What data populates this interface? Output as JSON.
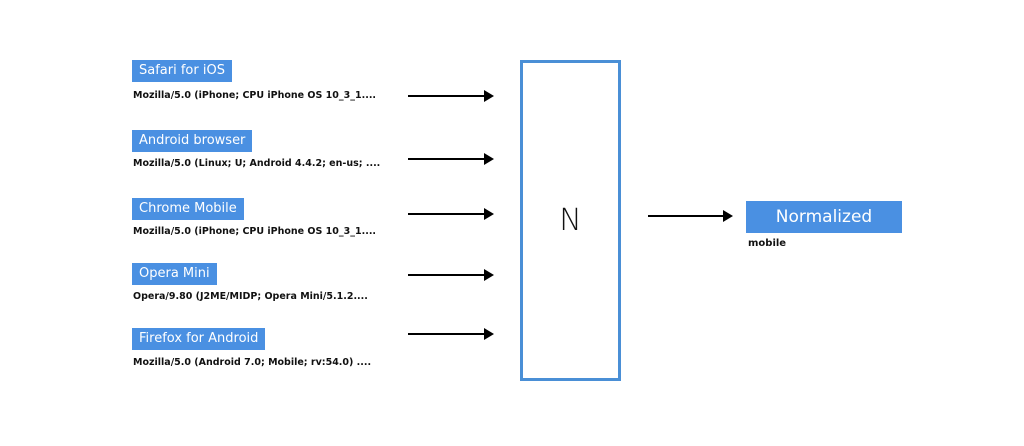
{
  "inputs": [
    {
      "browser": "Safari for iOS",
      "ua": "Mozilla/5.0 (iPhone; CPU iPhone OS 10_3_1...."
    },
    {
      "browser": "Android browser",
      "ua": "Mozilla/5.0 (Linux; U; Android 4.4.2; en-us; ...."
    },
    {
      "browser": "Chrome Mobile",
      "ua": "Mozilla/5.0 (iPhone; CPU iPhone OS 10_3_1...."
    },
    {
      "browser": "Opera Mini",
      "ua": "Opera/9.80 (J2ME/MIDP; Opera Mini/5.1.2...."
    },
    {
      "browser": "Firefox for Android",
      "ua": "Mozilla/5.0 (Android 7.0; Mobile; rv:54.0) ...."
    }
  ],
  "normalizer": {
    "label": "N"
  },
  "output": {
    "title": "Normalized",
    "value": "mobile"
  },
  "colors": {
    "accent": "#4a90e2"
  }
}
